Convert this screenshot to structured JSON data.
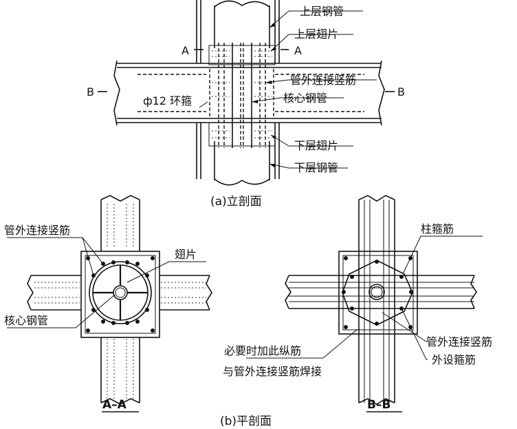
{
  "labels": {
    "upper_steel_tube": "上层钢管",
    "upper_fin": "上层翅片",
    "outer_vertical_bar": "管外连接竖筋",
    "ring_hoop": "ф12 环箍",
    "core_steel_tube": "核心钢管",
    "lower_fin": "下层翅片",
    "lower_steel_tube": "下层钢管",
    "mark_a_left": "A",
    "mark_a_right": "A",
    "mark_b_left": "B",
    "mark_b_right": "B",
    "aa_outer_vertical_bar": "管外连接竖筋",
    "aa_fin": "翅片",
    "aa_core_steel_tube": "核心钢管",
    "bb_column_stirrup": "柱箍筋",
    "bb_outer_vertical_bar": "管外连接竖筋",
    "bb_outer_stirrup": "外设箍筋",
    "bb_note_line1": "必要时加此纵筋",
    "bb_note_line2": "与管外连接竖筋焊接"
  },
  "captions": {
    "elevation": "(a)立剖面",
    "section_aa": "A–A",
    "section_bb": "B–B",
    "plan": "(b)平剖面"
  }
}
